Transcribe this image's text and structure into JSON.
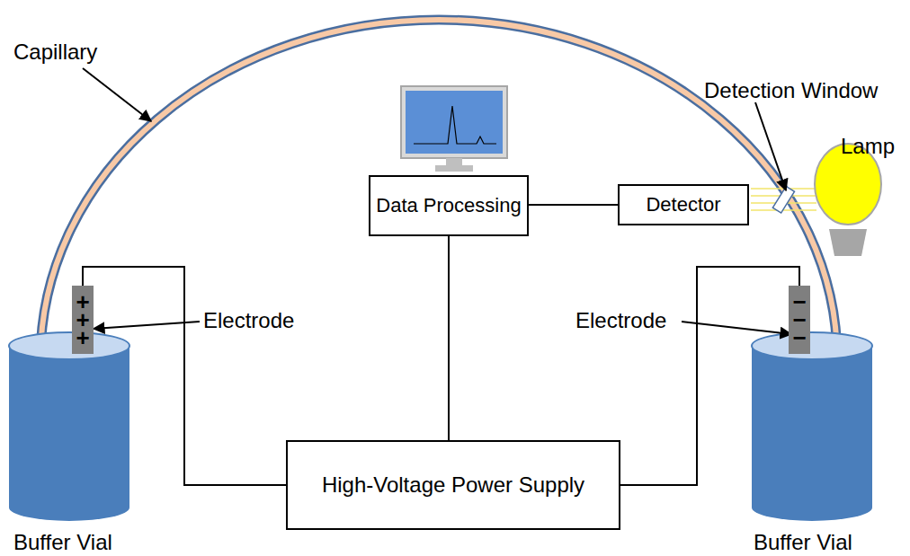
{
  "diagram": {
    "nodes": [
      {
        "text": [
          "Data Processing"
        ]
      },
      {
        "text": [
          "Detector"
        ]
      },
      {
        "text": [
          "+ + +"
        ]
      },
      {
        "text": [
          "− − −"
        ]
      },
      {
        "text": [
          "High-Voltage Power Supply"
        ]
      }
    ],
    "edges": [
      {
        "from": 1,
        "to": 0,
        "arrow": "none"
      },
      {
        "from": 0,
        "to": 4,
        "arrow": "none"
      },
      {
        "from": 4,
        "to": 2,
        "arrow": "none"
      },
      {
        "from": 4,
        "to": 3,
        "arrow": "none"
      }
    ],
    "labels": [
      "Capillary",
      "Detection Window",
      "Lamp",
      "Electrode",
      "Electrode",
      "Buffer Vial",
      "Buffer Vial"
    ]
  }
}
